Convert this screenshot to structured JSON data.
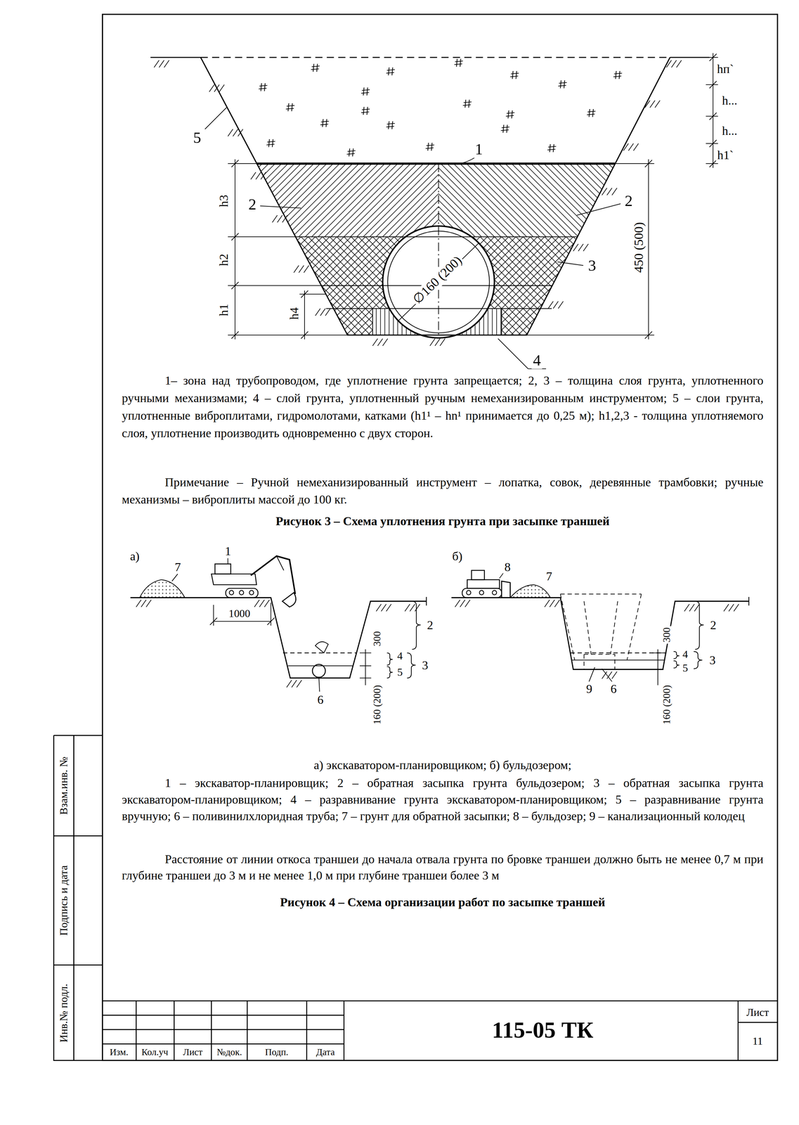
{
  "diagram": {
    "labels": [
      "hп`",
      "h...",
      "h...",
      "h1`",
      "5",
      "1",
      "h3",
      "2",
      "2",
      "h2",
      "3",
      "h1",
      "h4",
      "∅160 (200)",
      "450 (500)",
      "4",
      "1– зона над трубопроводом, где уплотнение грунта запрещается; 2, 3 – толщина слоя грунта, уплотненного ручными механизмами; 4 – слой грунта, уплотненный ручным немеханизированным инструментом; 5 – слои грунта, уплотненные виброплитами, гидромолотами, катками (h1¹ – hn¹ принимается до 0,25 м); h1,2,3 - толщина уплотняемого слоя, уплотнение производить одновременно с двух сторон.",
      "Примечание – Ручной немеханизированный инструмент – лопатка, совок, деревянные трамбовки; ручные механизмы – виброплиты массой до 100 кг.",
      "Рисунок 3 – Схема уплотнения грунта при засыпке траншей",
      "а)",
      "7",
      "1",
      "1000",
      "2",
      "300",
      "4",
      "5",
      "3",
      "6",
      "160 (200)",
      "б)",
      "8",
      "7",
      "2",
      "300",
      "4",
      "3",
      "5",
      "9",
      "6",
      "160 (200)",
      "а) экскаватором-планировщиком; б) бульдозером;",
      "1 – экскаватор-планировщик; 2 – обратная засыпка грунта бульдозером; 3 – обратная засыпка грунта экскаватором-планировщиком; 4 – разравнивание грунта экскаватором-планировщиком; 5 – разравнивание грунта вручную; 6 – поливинилхлоридная труба; 7 – грунт для обратной засыпки; 8 – бульдозер; 9 – канализационный колодец",
      "Расстояние от линии откоса траншеи до начала отвала грунта по бровке траншеи должно быть не менее 0,7 м при глубине траншеи до 3 м и не менее 1,0 м при глубине траншеи более 3 м",
      "Рисунок 4 – Схема организации работ по засыпке траншей",
      "Взам.инв. №",
      "Подпись и дата",
      "Инв.№ подл.",
      "Изм.",
      "Кол.уч",
      "Лист",
      "№док.",
      "Подп.",
      "Дата",
      "115-05 ТК",
      "Лист",
      "11"
    ]
  }
}
